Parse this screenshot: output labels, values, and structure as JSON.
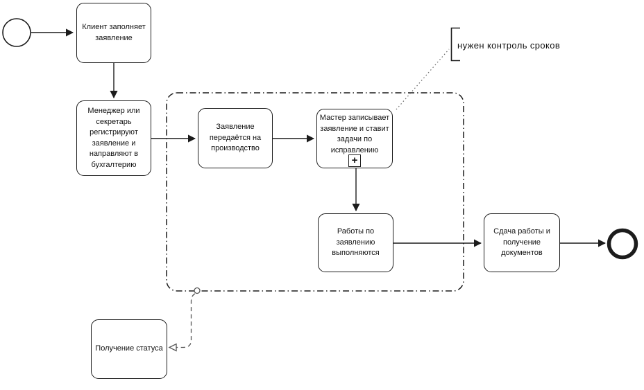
{
  "diagram": {
    "kind": "bpmn-process",
    "colors": {
      "stroke": "#1c1c1c",
      "background": "#ffffff",
      "text": "#111111"
    },
    "events": {
      "start_label": "",
      "end_label": ""
    },
    "tasks": {
      "client_fills": {
        "label": "Клиент заполняет\nзаявление"
      },
      "manager_registers": {
        "label": "Менеджер или\nсекретарь\nрегистрируют\nзаявление и\nнаправляют в\nбухгалтерию"
      },
      "to_production": {
        "label": "Заявление\nпередаётся на\nпроизводство"
      },
      "master_records": {
        "label": "Мастер записывает\nзаявление и ставит\nзадачи по\nисправлению",
        "subprocess_marker": "+"
      },
      "work_done": {
        "label": "Работы по\nзаявлению\nвыполняются"
      },
      "handover": {
        "label": "Сдача работы и\nполучение\nдокументов"
      },
      "get_status": {
        "label": "Получение статуса"
      }
    },
    "annotation": {
      "text": "нужен контроль сроков"
    }
  }
}
